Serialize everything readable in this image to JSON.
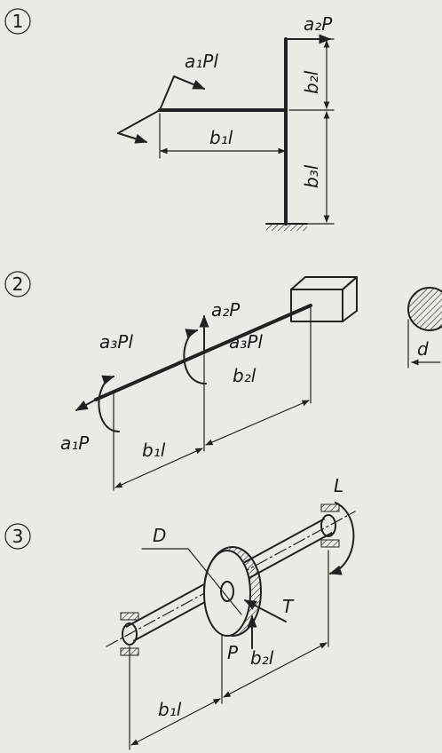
{
  "figures": [
    {
      "number": "1",
      "labels": {
        "top_force": "a₂P",
        "moment": "a₁Pl",
        "horizontal_len": "b₁l",
        "upper_vertical_len": "b₂l",
        "lower_vertical_len": "b₃l"
      }
    },
    {
      "number": "2",
      "labels": {
        "up_force": "a₂P",
        "moment_left": "a₃Pl",
        "moment_right": "a₃Pl",
        "axial_force": "a₁P",
        "len_left": "b₁l",
        "len_right": "b₂l",
        "diameter": "d"
      }
    },
    {
      "number": "3",
      "labels": {
        "gear_diameter": "D",
        "torque_right": "L",
        "torque_gear": "T",
        "force": "P",
        "len_left": "b₁l",
        "len_right": "b₂l"
      }
    }
  ],
  "colors": {
    "ink": "#222222",
    "paper": "#eceae4"
  }
}
